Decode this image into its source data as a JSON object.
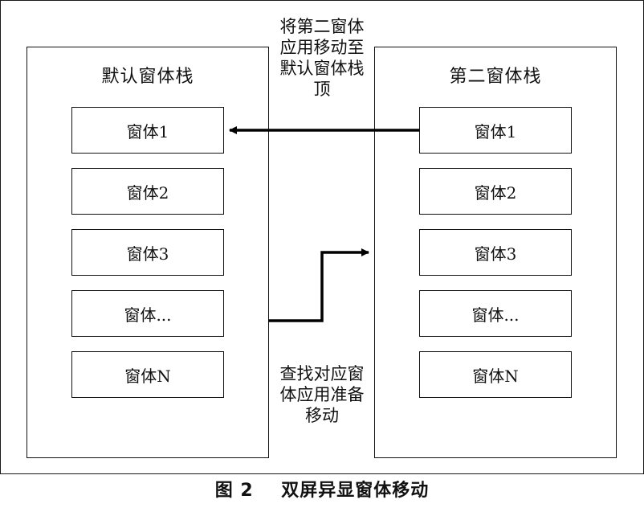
{
  "left_stack": {
    "title": "默认窗体栈",
    "windows": [
      "窗体1",
      "窗体2",
      "窗体3",
      "窗体...",
      "窗体N"
    ]
  },
  "right_stack": {
    "title": "第二窗体栈",
    "windows": [
      "窗体1",
      "窗体2",
      "窗体3",
      "窗体...",
      "窗体N"
    ]
  },
  "notes": {
    "move_top": [
      "将第二窗体",
      "应用移动至",
      "默认窗体栈",
      "顶"
    ],
    "find_app": [
      "查找对应窗",
      "体应用准备",
      "移动"
    ]
  },
  "caption": {
    "figure_label": "图 2",
    "figure_title": "双屏异显窗体移动"
  }
}
